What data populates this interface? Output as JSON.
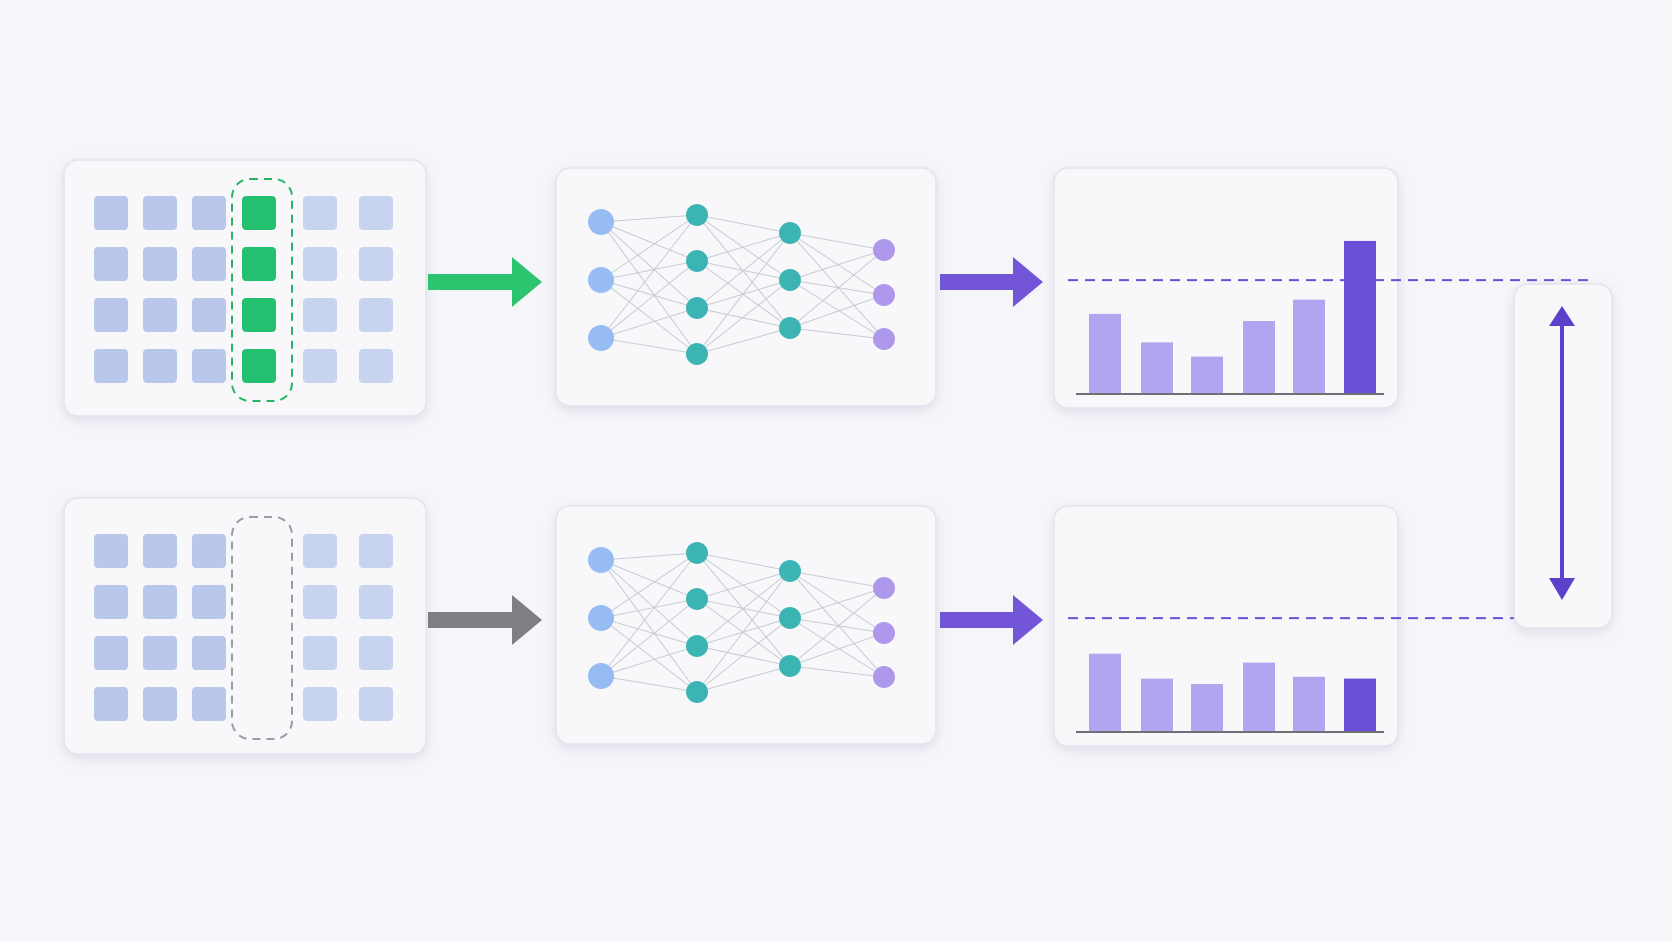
{
  "colors": {
    "background": "#f6f6fa",
    "card": "#f8f8fb",
    "card_border": "#e3e4ec",
    "cell": "#b9c7ea",
    "cell_light": "#c7d3ef",
    "masked_cell": "#25c06f",
    "mask_outline_active": "#27b565",
    "mask_outline_inactive": "#9a9ca3",
    "arrow_active": "#2bc46f",
    "arrow_inactive": "#7d7f84",
    "arrow_output": "#7355d8",
    "node_input": "#97bbf3",
    "node_hidden": "#3bb4b3",
    "node_output": "#ad98ec",
    "edge": "#c9cbd3",
    "bar": "#b2a4ee",
    "bar_highlight": "#6a4fd6",
    "axis": "#6f7075",
    "threshold_line": "#6a4fd6",
    "difference_arrow": "#5c40cc"
  },
  "grid": {
    "rows": 4,
    "columns": 6,
    "masked_column": 3
  },
  "network": {
    "layers": [
      3,
      4,
      3,
      3
    ]
  },
  "rows": [
    {
      "id": "masked",
      "mask_active": true,
      "bars": [
        0.45,
        0.29,
        0.21,
        0.41,
        0.53,
        0.86
      ],
      "highlight_index": 5,
      "reference_level": 0.64
    },
    {
      "id": "unmasked",
      "mask_active": false,
      "bars": [
        0.44,
        0.3,
        0.27,
        0.39,
        0.31,
        0.3
      ],
      "highlight_index": 5,
      "reference_level": 0.64
    }
  ],
  "icons": {
    "difference": "double-headed-vertical-arrow-icon",
    "flow": "right-arrow-icon"
  }
}
